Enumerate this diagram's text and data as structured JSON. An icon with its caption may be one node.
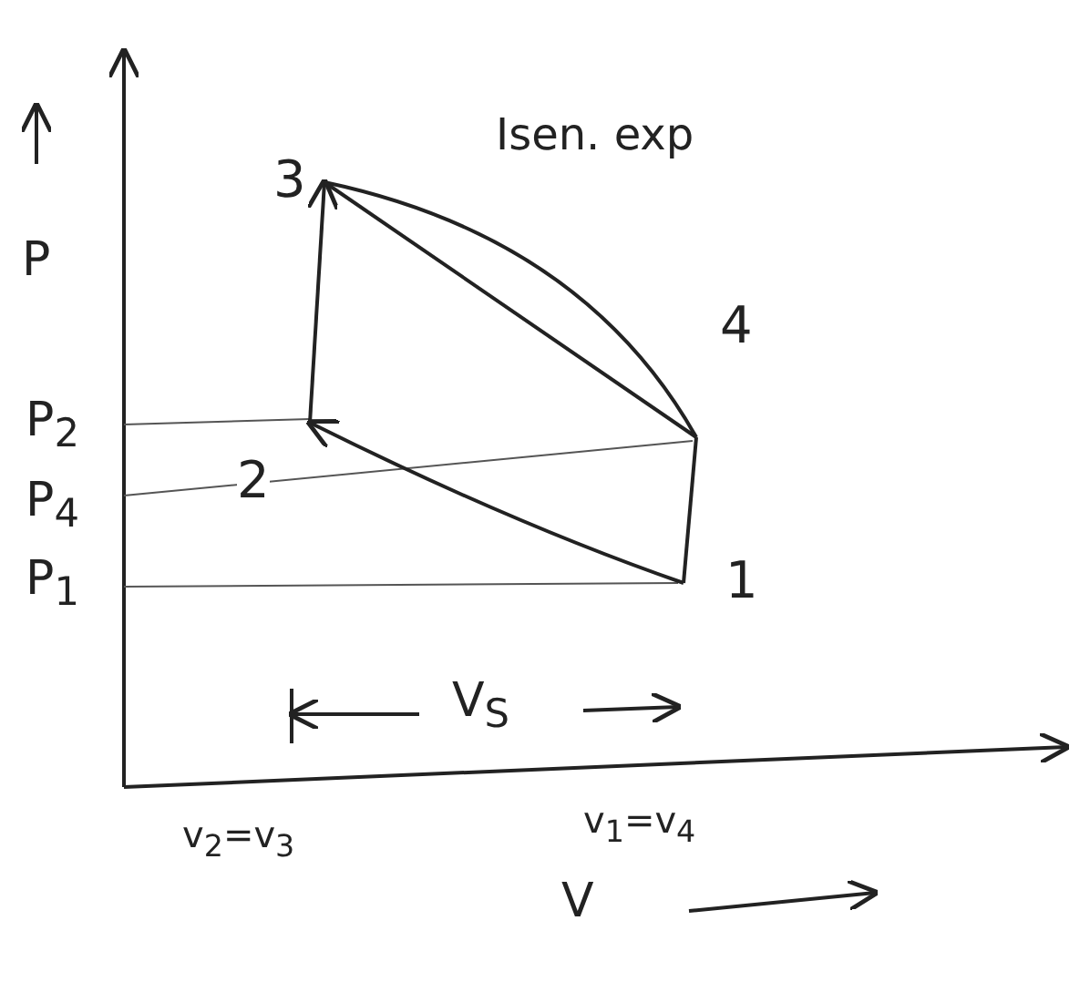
{
  "diagram": {
    "nodes": [
      {
        "text": [
          "3"
        ]
      },
      {
        "text": [
          "4"
        ]
      },
      {
        "text": [
          "2"
        ]
      },
      {
        "text": [
          "1"
        ]
      }
    ],
    "edges": [
      {
        "from": 3,
        "to": 2,
        "arrow": "to"
      },
      {
        "from": 2,
        "to": 0,
        "arrow": "to"
      },
      {
        "from": 0,
        "to": 1,
        "arrow": "none",
        "label": "Isen. exp"
      },
      {
        "from": 0,
        "to": 1,
        "arrow": "none"
      },
      {
        "from": 1,
        "to": 3,
        "arrow": "none"
      }
    ],
    "labels": [
      "P",
      "P$_{2}$",
      "P$_{4}$",
      "P$_{1}$",
      "V$_{S}$",
      "v$_{2}$=v$_{3}$",
      "v$_{1}$=v$_{4}$",
      "V"
    ]
  }
}
